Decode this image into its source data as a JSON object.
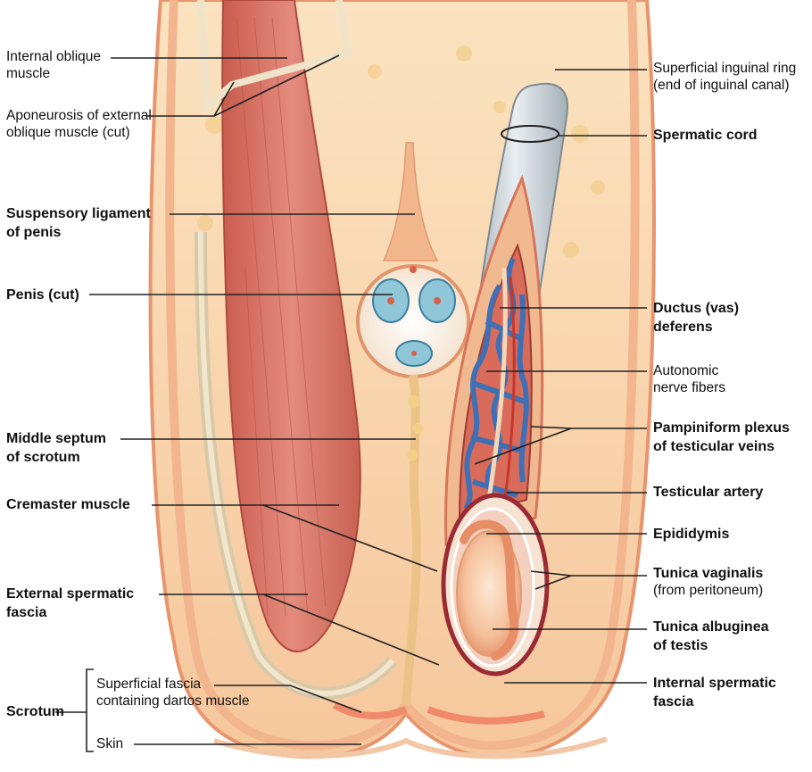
{
  "labels": {
    "internal_oblique": {
      "line1": "Internal oblique",
      "line2": "muscle"
    },
    "aponeurosis": {
      "line1": "Aponeurosis of external",
      "line2": "oblique muscle (cut)"
    },
    "suspensory": {
      "line1": "Suspensory ligament",
      "line2": "of penis"
    },
    "penis": {
      "line1": "Penis (cut)"
    },
    "middle_septum": {
      "line1": "Middle septum",
      "line2": "of scrotum"
    },
    "cremaster": {
      "line1": "Cremaster muscle"
    },
    "external_fascia": {
      "line1": "External spermatic",
      "line2": "fascia"
    },
    "scrotum": {
      "line1": "Scrotum"
    },
    "superficial_fascia": {
      "line1": "Superficial fascia",
      "line2": "containing dartos muscle"
    },
    "skin": {
      "line1": "Skin"
    },
    "inguinal_ring": {
      "line1": "Superficial inguinal ring",
      "line2": "(end of inguinal canal)"
    },
    "spermatic_cord": {
      "line1": "Spermatic cord"
    },
    "ductus": {
      "line1": "Ductus (vas)",
      "line2": "deferens"
    },
    "autonomic": {
      "line1": "Autonomic",
      "line2": "nerve fibers"
    },
    "pampiniform": {
      "line1": "Pampiniform plexus",
      "line2": "of testicular veins"
    },
    "testicular_artery": {
      "line1": "Testicular artery"
    },
    "epididymis": {
      "line1": "Epididymis"
    },
    "tunica_vaginalis": {
      "line1": "Tunica vaginalis",
      "line2": "(from peritoneum)"
    },
    "tunica_albuginea": {
      "line1": "Tunica albuginea",
      "line2": "of testis"
    },
    "internal_fascia": {
      "line1": "Internal spermatic",
      "line2": "fascia"
    }
  },
  "colors": {
    "muscle": "#d9786a",
    "fat": "#f6dca0",
    "skin": "#f2b088",
    "cord": "#b8c4cc",
    "vein": "#3f6fb5",
    "artery": "#c8362c",
    "leader": "#222222"
  }
}
